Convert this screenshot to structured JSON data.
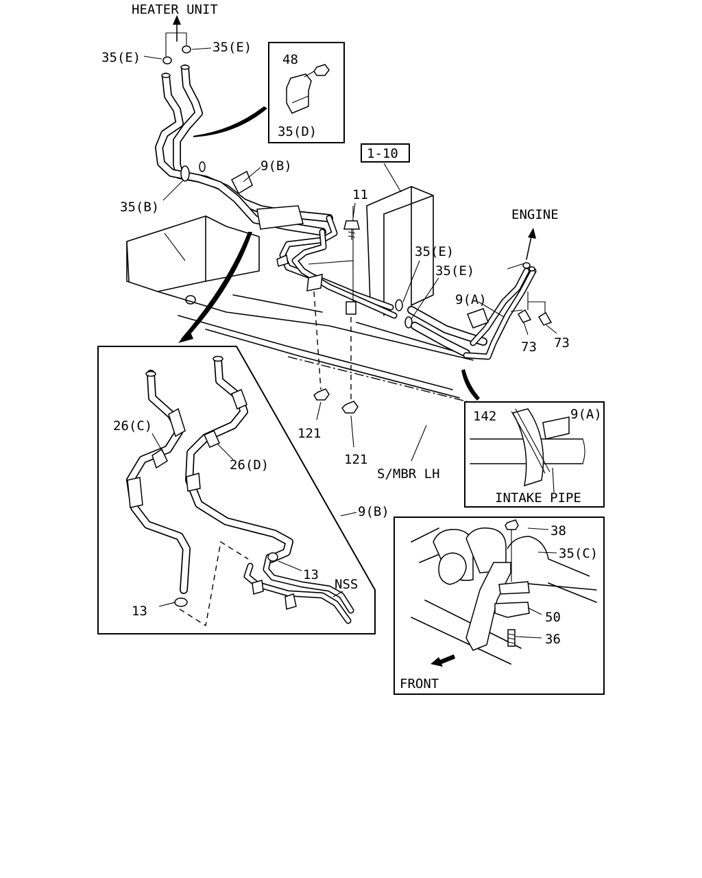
{
  "labels": {
    "heater_unit": "HEATER UNIT",
    "engine": "ENGINE",
    "front": "FRONT",
    "intake_pipe": "INTAKE PIPE",
    "s_mbr_lh": "S/MBR LH",
    "ref_1_10": "1-10",
    "nss": "NSS"
  },
  "callouts": {
    "c35e_left": "35(E)",
    "c35e_top": "35(E)",
    "c48": "48",
    "c35d": "35(D)",
    "c9b_main": "9(B)",
    "c35b": "35(B)",
    "c11": "11",
    "c35e_mid1": "35(E)",
    "c35e_mid2": "35(E)",
    "c9a_main": "9(A)",
    "c73_a": "73",
    "c73_b": "73",
    "c121_a": "121",
    "c121_b": "121",
    "c142": "142",
    "c9a_detail": "9(A)",
    "c26c": "26(C)",
    "c26d": "26(D)",
    "c9b_detail": "9(B)",
    "c13_right": "13",
    "c13_left": "13",
    "c38": "38",
    "c35c": "35(C)",
    "c50": "50",
    "c36": "36"
  }
}
